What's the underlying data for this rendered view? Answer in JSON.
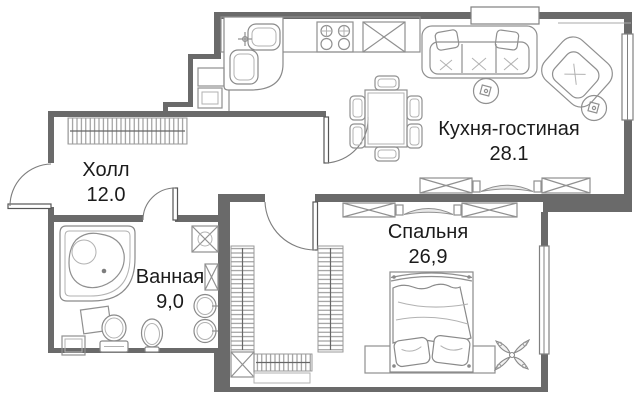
{
  "rooms": {
    "kitchen_living": {
      "name": "Кухня-гостиная",
      "area": "28.1"
    },
    "bedroom": {
      "name": "Спальня",
      "area": "26,9"
    },
    "hall": {
      "name": "Холл",
      "area": "12.0"
    },
    "bathroom": {
      "name": "Ванная",
      "area": "9,0"
    }
  },
  "colors": {
    "wall": "#6a6a6a",
    "furniture_line": "#909090",
    "text": "#1b1b1b",
    "background": "#ffffff"
  }
}
